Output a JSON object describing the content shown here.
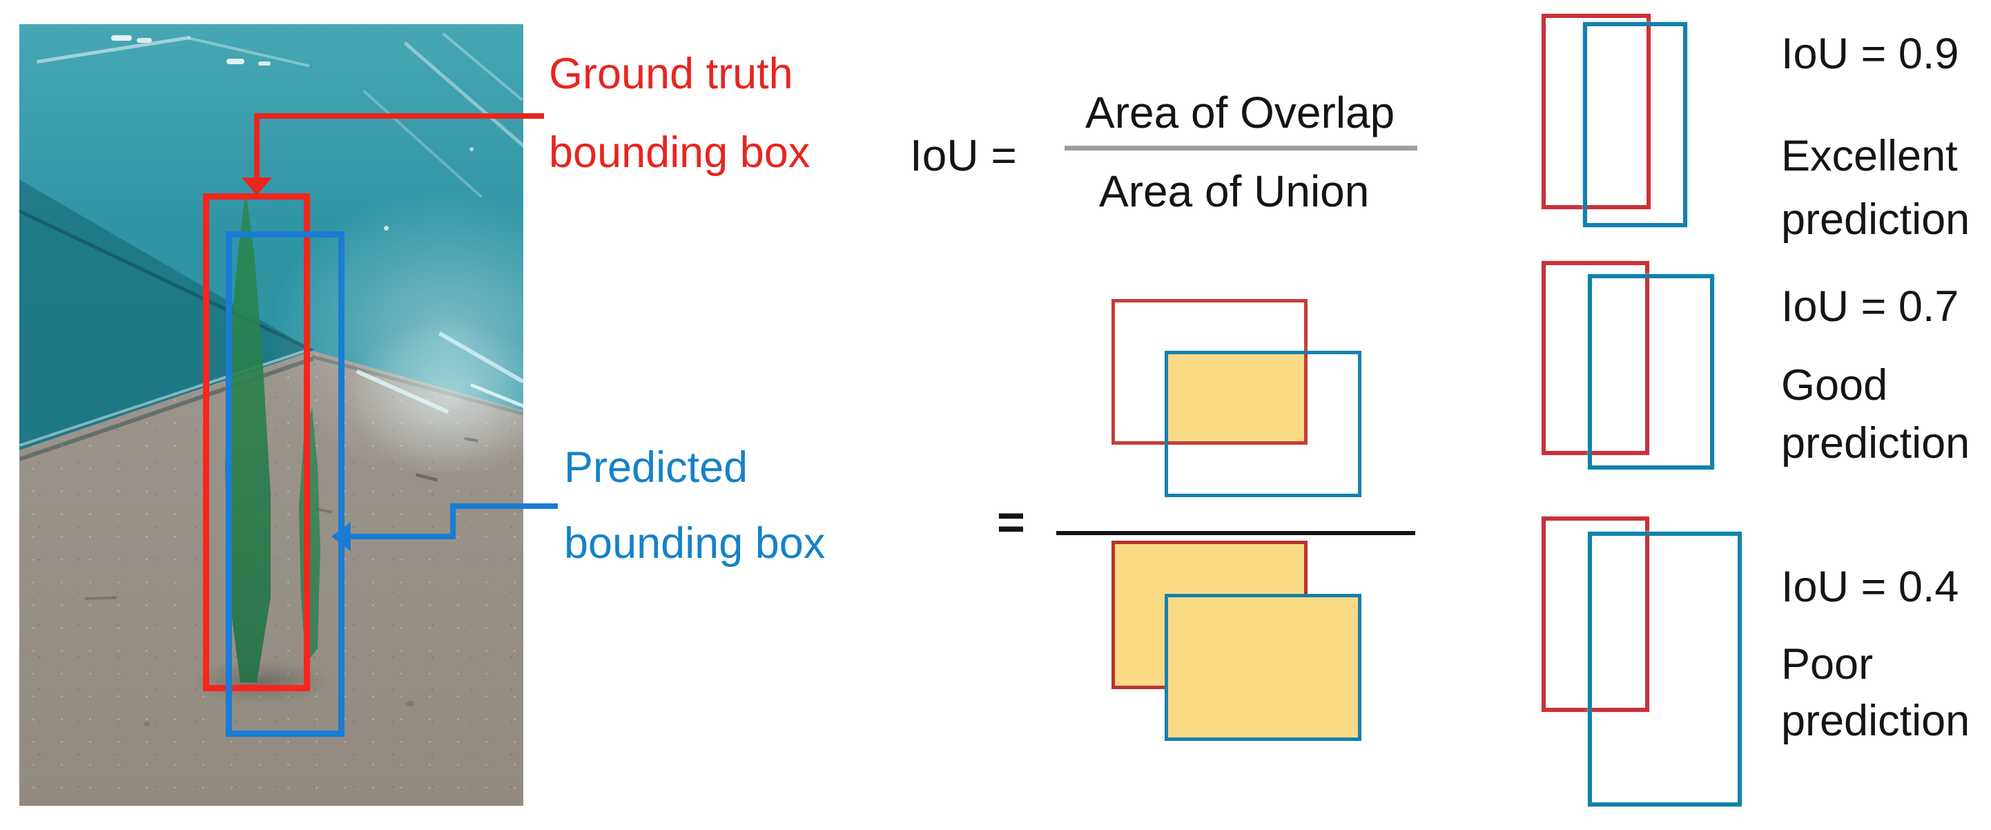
{
  "figure": {
    "description": "IoU (Intersection over Union) explanation diagram",
    "photo_scene": "underwater pool with green eel-grass blades on sandy floor"
  },
  "photo": {
    "labels": {
      "ground_truth": {
        "line1": "Ground truth",
        "line2": "bounding box"
      },
      "predicted": {
        "line1": "Predicted",
        "line2": "bounding box"
      }
    }
  },
  "formula": {
    "lhs": "IoU =",
    "numerator_label": "Area of Overlap",
    "denominator_label": "Area of Union",
    "equals": "="
  },
  "examples": [
    {
      "iou_label": "IoU = 0.9",
      "iou_value": 0.9,
      "quality_line1": "Excellent",
      "quality_line2": "prediction"
    },
    {
      "iou_label": "IoU = 0.7",
      "iou_value": 0.7,
      "quality_line1": "Good",
      "quality_line2": "prediction"
    },
    {
      "iou_label": "IoU = 0.4",
      "iou_value": 0.4,
      "quality_line1": "Poor",
      "quality_line2": "prediction"
    }
  ],
  "colors": {
    "ground_truth_red": "#e8251f",
    "photo_gt_box_red": "#f5261c",
    "predicted_blue": "#1482c8",
    "photo_pred_box_blue": "#1a7cd4",
    "diagram_red": "#c63c38",
    "diagram_blue": "#1282ad",
    "overlap_yellow": "#fbda86",
    "fraction_gray": "#9e9e9e",
    "text_black": "#151515",
    "water_teal": "#2f95a5",
    "sand_tan": "#9c968e"
  }
}
